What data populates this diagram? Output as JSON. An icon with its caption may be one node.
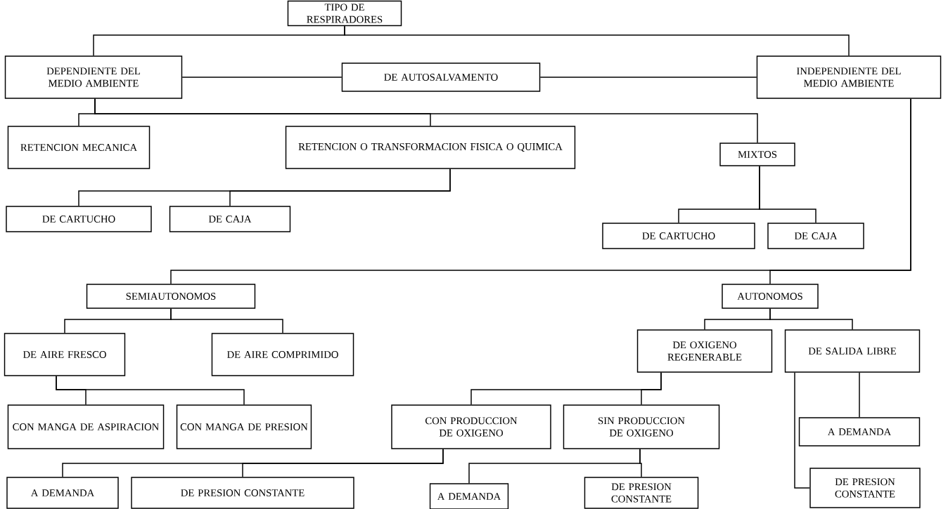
{
  "diagram": {
    "nodes": [
      {
        "text": [
          "TIPO DE RESPIRADORES"
        ]
      },
      {
        "text": [
          "DEPENDIENTE DEL MEDIO AMBIENTE"
        ]
      },
      {
        "text": [
          "DE AUTOSALVAMENTO"
        ]
      },
      {
        "text": [
          "INDEPENDIENTE DEL MEDIO AMBIENTE"
        ]
      },
      {
        "text": [
          "RETENCION MECANICA"
        ]
      },
      {
        "text": [
          "RETENCION O TRANSFORMACION FISICA O QUIMICA"
        ]
      },
      {
        "text": [
          "MIXTOS"
        ]
      },
      {
        "text": [
          "DE CARTUCHO"
        ]
      },
      {
        "text": [
          "DE CAJA"
        ]
      },
      {
        "text": [
          "DE CARTUCHO"
        ]
      },
      {
        "text": [
          "DE CAJA"
        ]
      },
      {
        "text": [
          "SEMIAUTONOMOS"
        ]
      },
      {
        "text": [
          "AUTONOMOS"
        ]
      },
      {
        "text": [
          "DE AIRE FRESCO"
        ]
      },
      {
        "text": [
          "DE AIRE COMPRIMIDO"
        ]
      },
      {
        "text": [
          "DE OXIGENO REGENERABLE"
        ]
      },
      {
        "text": [
          "DE SALIDA LIBRE"
        ]
      },
      {
        "text": [
          "CON MANGA DE ASPIRACION"
        ]
      },
      {
        "text": [
          "CON MANGA DE PRESION"
        ]
      },
      {
        "text": [
          "CON PRODUCCION DE OXIGENO"
        ]
      },
      {
        "text": [
          "SIN PRODUCCION DE OXIGENO"
        ]
      },
      {
        "text": [
          "A DEMANDA"
        ]
      },
      {
        "text": [
          "A DEMANDA"
        ]
      },
      {
        "text": [
          "DE PRESION CONSTANTE"
        ]
      },
      {
        "text": [
          "A DEMANDA"
        ]
      },
      {
        "text": [
          "DE PRESION CONSTANTE"
        ]
      },
      {
        "text": [
          "DE PRESION CONSTANTE"
        ]
      }
    ],
    "edges": [
      {
        "from": 0,
        "to": 1,
        "arrow": "none"
      },
      {
        "from": 0,
        "to": 3,
        "arrow": "none"
      },
      {
        "from": 1,
        "to": 2,
        "arrow": "none"
      },
      {
        "from": 2,
        "to": 3,
        "arrow": "none"
      },
      {
        "from": 1,
        "to": 4,
        "arrow": "none"
      },
      {
        "from": 1,
        "to": 5,
        "arrow": "none"
      },
      {
        "from": 1,
        "to": 6,
        "arrow": "none"
      },
      {
        "from": 5,
        "to": 7,
        "arrow": "none"
      },
      {
        "from": 5,
        "to": 8,
        "arrow": "none"
      },
      {
        "from": 6,
        "to": 9,
        "arrow": "none"
      },
      {
        "from": 6,
        "to": 10,
        "arrow": "none"
      },
      {
        "from": 3,
        "to": 11,
        "arrow": "none"
      },
      {
        "from": 3,
        "to": 12,
        "arrow": "none"
      },
      {
        "from": 11,
        "to": 13,
        "arrow": "none"
      },
      {
        "from": 11,
        "to": 14,
        "arrow": "none"
      },
      {
        "from": 12,
        "to": 15,
        "arrow": "none"
      },
      {
        "from": 12,
        "to": 16,
        "arrow": "none"
      },
      {
        "from": 13,
        "to": 17,
        "arrow": "none"
      },
      {
        "from": 13,
        "to": 18,
        "arrow": "none"
      },
      {
        "from": 15,
        "to": 19,
        "arrow": "none"
      },
      {
        "from": 15,
        "to": 20,
        "arrow": "none"
      },
      {
        "from": 19,
        "to": 22,
        "arrow": "none"
      },
      {
        "from": 19,
        "to": 23,
        "arrow": "none"
      },
      {
        "from": 20,
        "to": 24,
        "arrow": "none"
      },
      {
        "from": 20,
        "to": 25,
        "arrow": "none"
      },
      {
        "from": 16,
        "to": 21,
        "arrow": "none"
      },
      {
        "from": 16,
        "to": 26,
        "arrow": "none"
      }
    ]
  }
}
